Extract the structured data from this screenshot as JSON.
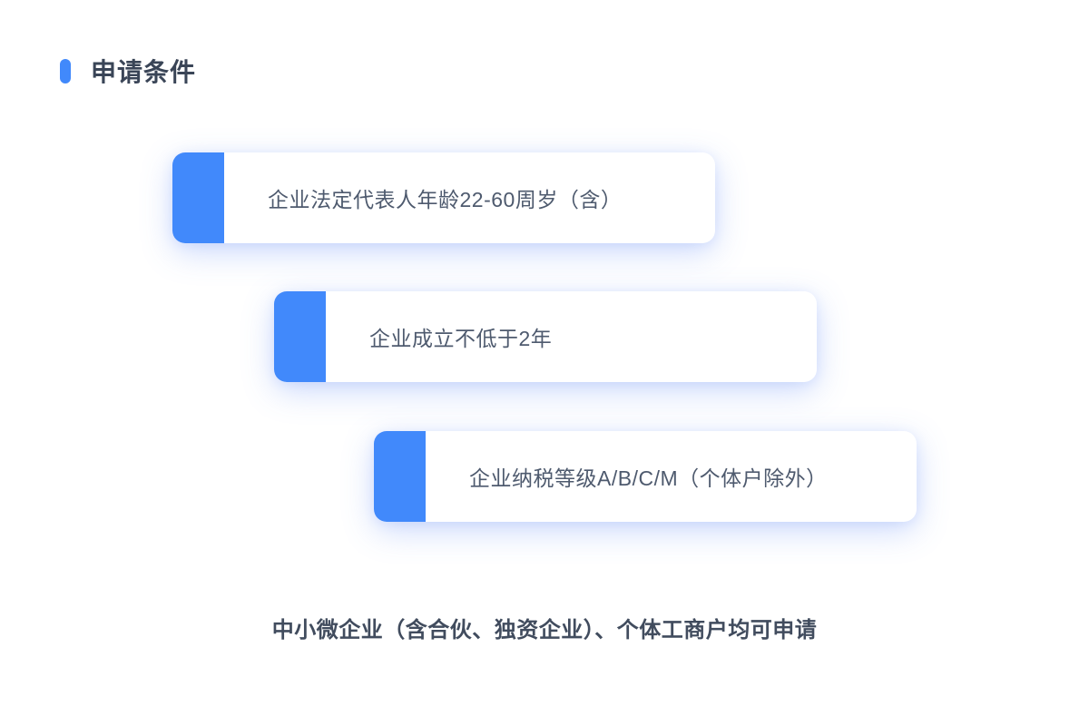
{
  "colors": {
    "accent_blue": "#4189fb",
    "title_text": "#3a4557",
    "card_text": "#4e5a6e",
    "footer_text": "#414c5e",
    "card_background": "#ffffff",
    "page_background": "#ffffff",
    "card_shadow": "rgba(88,134,245,0.30)"
  },
  "header": {
    "title": "申请条件"
  },
  "conditions": [
    {
      "text": "企业法定代表人年龄22-60周岁（含）"
    },
    {
      "text": "企业成立不低于2年"
    },
    {
      "text": "企业纳税等级A/B/C/M（个体户除外）"
    }
  ],
  "footer": {
    "text": "中小微企业（含合伙、独资企业）、个体工商户均可申请"
  }
}
